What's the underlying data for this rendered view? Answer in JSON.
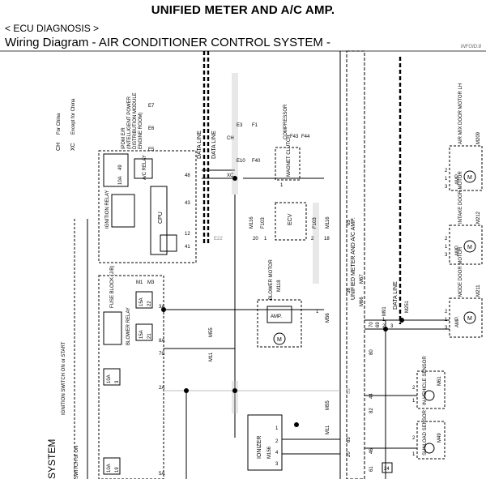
{
  "header": {
    "title": "UNIFIED METER AND A/C AMP.",
    "section": "< ECU DIAGNOSIS >",
    "diagram_title": "Wiring Diagram - AIR CONDITIONER CONTROL SYSTEM -",
    "diagram_code": "INFOID:8"
  },
  "legend": {
    "ch_badge": "CH",
    "ch_label": "For China",
    "xc_badge": "XC",
    "xc_label": "Except for China"
  },
  "ipdm": {
    "title": "IPDM E/R",
    "name1": "(INTELLIGENT POWER",
    "name2": "DISTRIBUTION MODULE",
    "name3": "ENGINE ROOM)",
    "connectors": [
      "E5",
      "E6",
      "E7"
    ],
    "fuse_amp": "10A",
    "fuse_no": "49",
    "ign_relay": "IGNITION RELAY",
    "ac_relay": "A/C RELAY",
    "cpu": "CPU",
    "pins": [
      "48",
      "43",
      "12",
      "41"
    ],
    "connector_e22": "E22"
  },
  "data_lines": {
    "label1": "DATA LINE",
    "label2": "DATA LINE",
    "label3": "DATA LINE"
  },
  "compressor": {
    "title": "COMPRESSOR",
    "connectors": [
      "F43",
      "F44"
    ],
    "clutch": "MAGNET CLUTCH",
    "pin": "1",
    "e3": "E3",
    "f1": "F1",
    "e10": "E10",
    "f40": "F40",
    "ch": "CH",
    "xc": "XC"
  },
  "ecv": {
    "label": "ECV",
    "connectors": [
      "M116",
      "F103",
      "F103",
      "M116"
    ],
    "pins": [
      "20",
      "1",
      "2",
      "18"
    ]
  },
  "fuse_block": {
    "title": "FUSE BLOCK (J/B)",
    "connectors": [
      "M1",
      "M3"
    ],
    "blower_relay": "BLOWER RELAY",
    "fuses": [
      {
        "amp": "15A",
        "no": "22"
      },
      {
        "amp": "15A",
        "no": "21"
      },
      {
        "amp": "10A",
        "no": "3"
      },
      {
        "amp": "10A",
        "no": "19"
      }
    ],
    "pins": [
      "3A",
      "8A",
      "7C",
      "2A",
      "5A"
    ],
    "m55": "M55",
    "m11": "M11"
  },
  "ignition_switch": {
    "label": "IGNITION SWITCH ON or START",
    "label2": "SWITCH or ON"
  },
  "blower_motor": {
    "title": "BLOWER MOTOR",
    "connector": "M118",
    "amp": "AMP.",
    "m": "M",
    "m56": "M56",
    "pin": "1"
  },
  "ionizer": {
    "title": "IONIZER",
    "connector": "M156",
    "pins": [
      "1",
      "2",
      "4",
      "3"
    ],
    "m55": "M55",
    "m11": "M11"
  },
  "unified_meter": {
    "label": "UNIFIED METER AND A/C AMP.",
    "connectors": [
      "M66",
      "M67"
    ],
    "pins": [
      "65",
      "38",
      "70",
      "69",
      "80",
      "44",
      "82",
      "46",
      "61",
      "53",
      "63",
      "20"
    ]
  },
  "right_column": {
    "air_mix": {
      "title": "AIR MIX DOOR MOTOR LH",
      "connector": "M209",
      "pins": [
        "2",
        "1",
        "3"
      ]
    },
    "intake": {
      "title": "INTAKE DOOR MOTOR",
      "connector": "M212",
      "pins": [
        "2",
        "1",
        "3"
      ]
    },
    "mode": {
      "title": "MODE DOOR MOTOR",
      "connector": "M211",
      "pins": [
        "2",
        "1",
        "3"
      ]
    },
    "amp": "AMP.",
    "m": "M",
    "m91": "M91",
    "m251": "M251",
    "connector_pins": [
      "1",
      "2",
      "3"
    ],
    "in_vehicle": {
      "title": "IN-VEHICLE SENSOR",
      "connector": "M61",
      "pins": [
        "2",
        "1"
      ]
    },
    "sunload": {
      "title": "SUNLOAD SENSOR",
      "connector": "M49",
      "pins": [
        "2",
        "1"
      ]
    },
    "pin24": "24"
  },
  "partial_system": "SYSTEM",
  "colors": {
    "line": "#000000",
    "grey": "#bdbdbd",
    "muted": "#888888"
  }
}
